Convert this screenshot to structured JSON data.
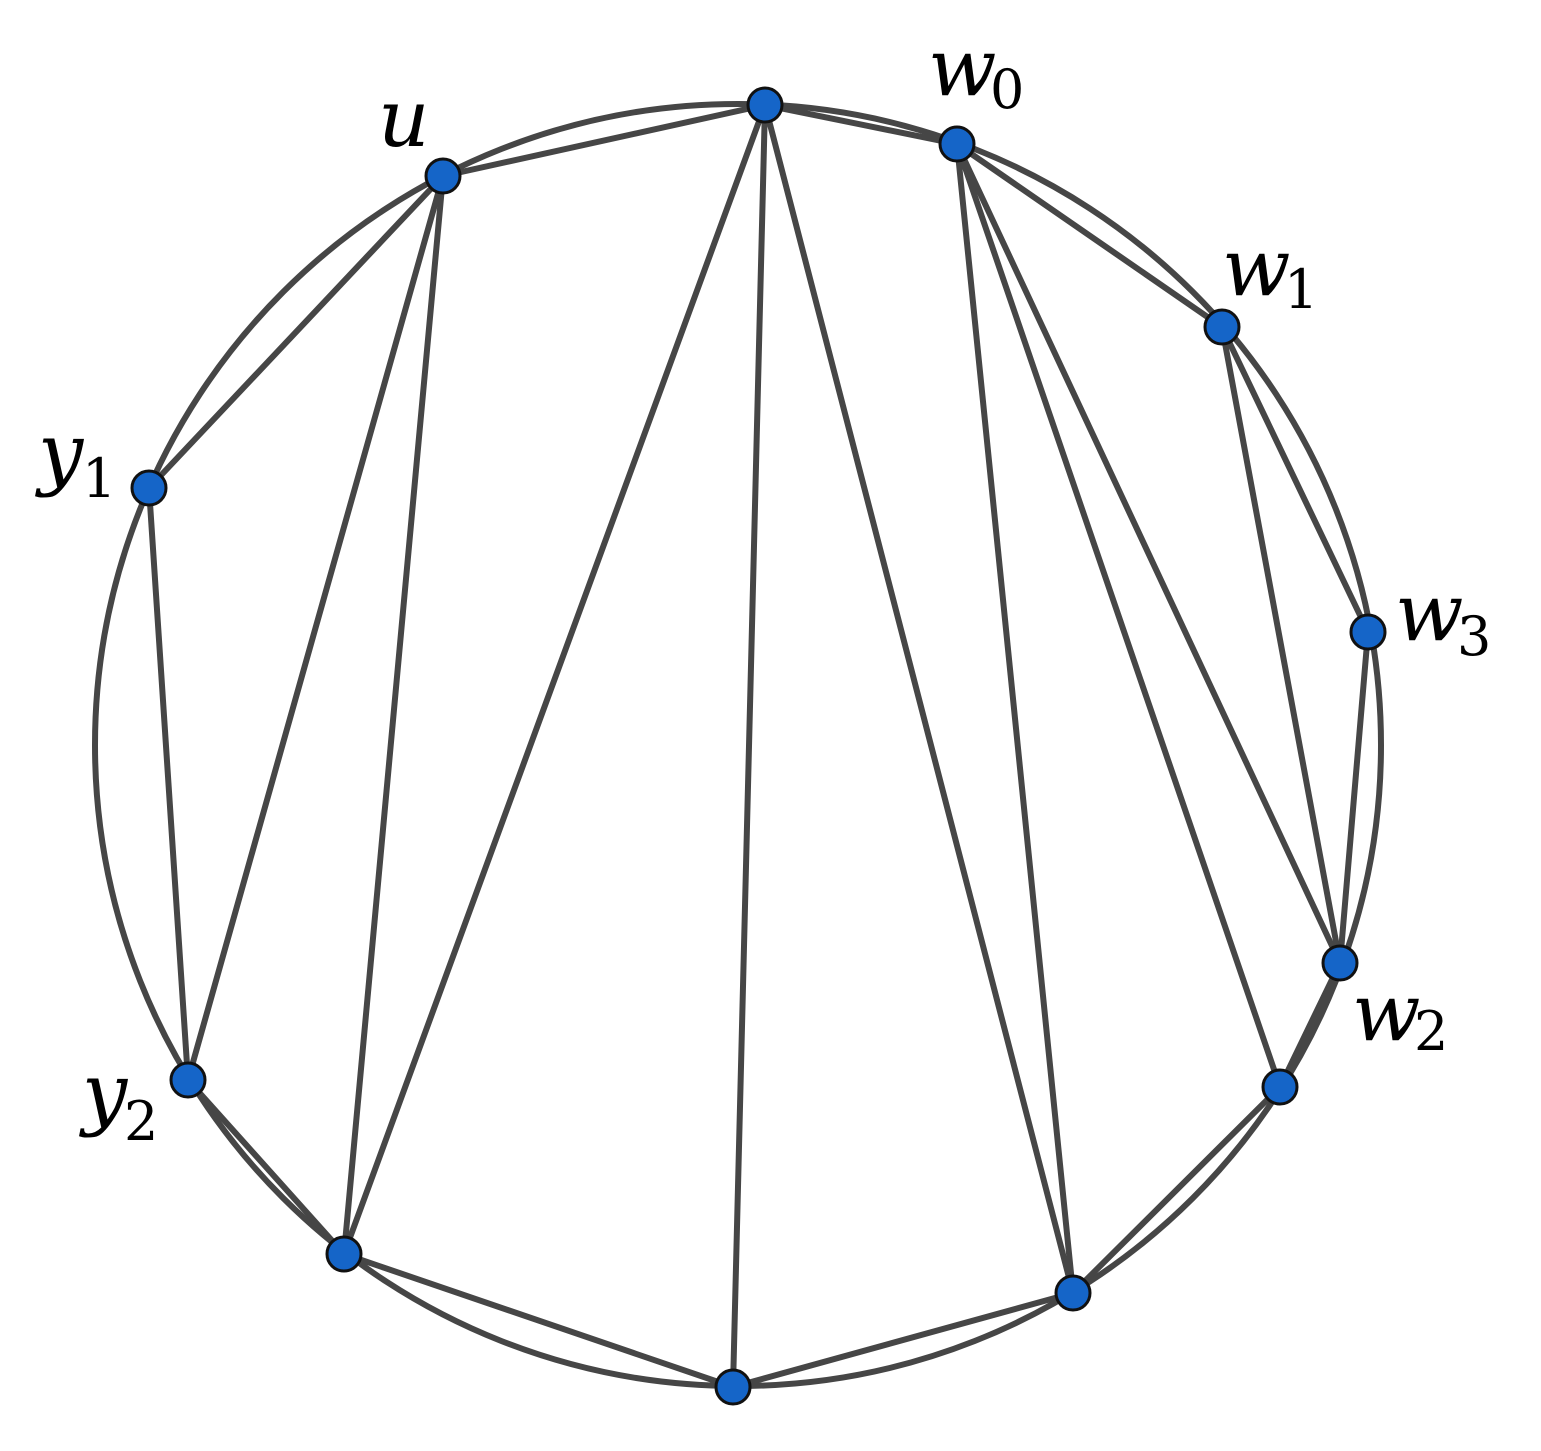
{
  "graph": {
    "vertex_color": "#1565c8",
    "edge_color": "#464646",
    "vertices": [
      {
        "id": "top",
        "label": "",
        "sub": ""
      },
      {
        "id": "w0",
        "label": "w",
        "sub": "0"
      },
      {
        "id": "w1",
        "label": "w",
        "sub": "1"
      },
      {
        "id": "w3",
        "label": "w",
        "sub": "3"
      },
      {
        "id": "w2",
        "label": "w",
        "sub": "2"
      },
      {
        "id": "br",
        "label": "",
        "sub": ""
      },
      {
        "id": "bbr",
        "label": "",
        "sub": ""
      },
      {
        "id": "bottom",
        "label": "",
        "sub": ""
      },
      {
        "id": "bl",
        "label": "",
        "sub": ""
      },
      {
        "id": "y2",
        "label": "y",
        "sub": "2"
      },
      {
        "id": "y1",
        "label": "y",
        "sub": "1"
      },
      {
        "id": "u",
        "label": "u",
        "sub": ""
      }
    ],
    "edges": [
      [
        "u",
        "top"
      ],
      [
        "top",
        "w0"
      ],
      [
        "w0",
        "w1"
      ],
      [
        "w1",
        "w3"
      ],
      [
        "w3",
        "w2"
      ],
      [
        "w2",
        "br"
      ],
      [
        "br",
        "bbr"
      ],
      [
        "bbr",
        "bottom"
      ],
      [
        "bottom",
        "bl"
      ],
      [
        "bl",
        "y2"
      ],
      [
        "y2",
        "y1"
      ],
      [
        "y1",
        "u"
      ],
      [
        "u",
        "y2"
      ],
      [
        "u",
        "bl"
      ],
      [
        "top",
        "bl"
      ],
      [
        "top",
        "bottom"
      ],
      [
        "top",
        "bbr"
      ],
      [
        "w0",
        "bbr"
      ],
      [
        "w0",
        "br"
      ],
      [
        "w0",
        "w2"
      ],
      [
        "w1",
        "w2"
      ]
    ]
  }
}
